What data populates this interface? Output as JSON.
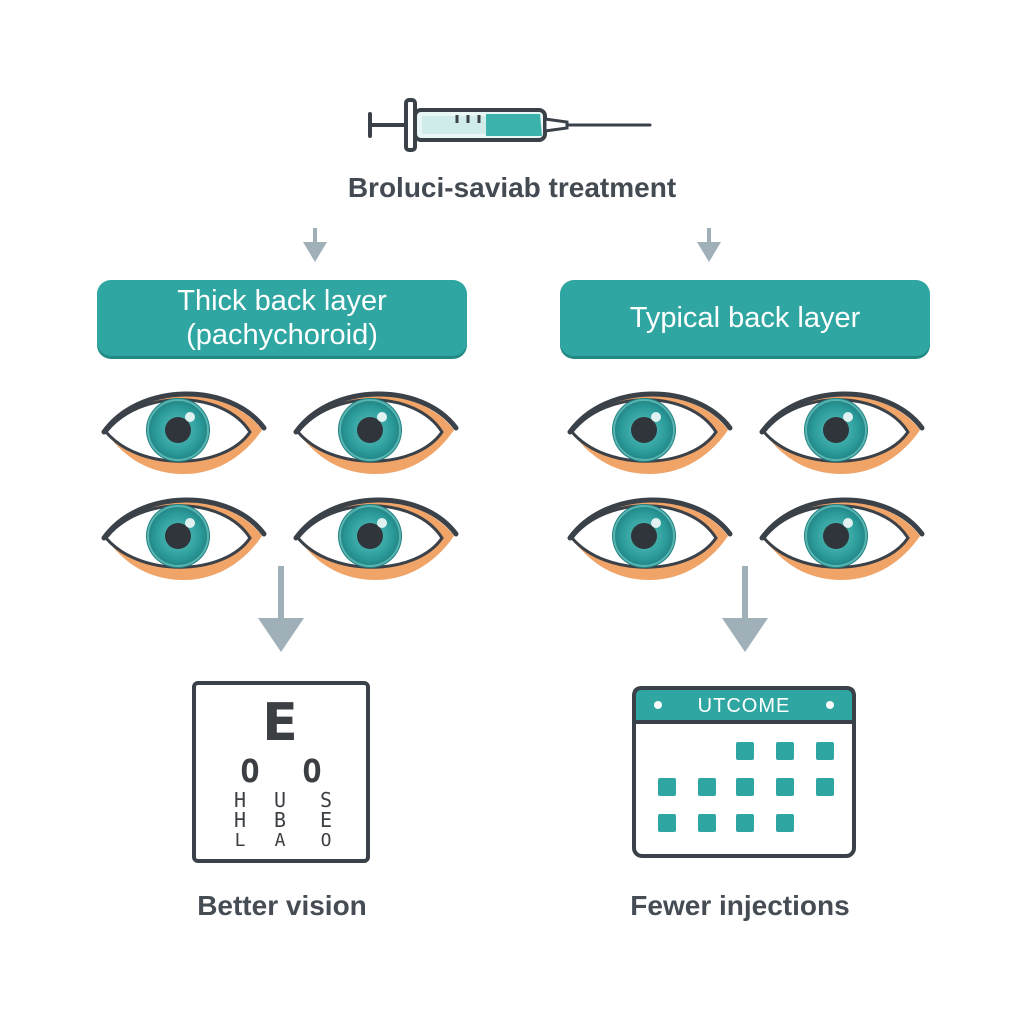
{
  "treatment": {
    "title": "Broluci-saviab treatment",
    "icon": "syringe-icon"
  },
  "branches": [
    {
      "label_line1": "Thick back layer",
      "label_line2": "(pachychoroid)",
      "eye_count": 4,
      "outcome_label": "Better vision",
      "outcome_icon": "eye-chart-icon"
    },
    {
      "label_line1": "Typical back layer",
      "eye_count": 4,
      "outcome_label": "Fewer injections",
      "outcome_icon": "calendar-icon"
    }
  ],
  "eye_chart": {
    "row1": "E",
    "row2": [
      "O",
      "O"
    ],
    "row3": [
      "H",
      "U",
      "S"
    ],
    "row3b": [
      "H",
      "B",
      "E"
    ],
    "row4": [
      "L",
      "A",
      "O"
    ]
  },
  "calendar": {
    "header": "UTCOME"
  },
  "colors": {
    "accent": "#2fa6a1",
    "iris": "#2b9c9a",
    "eyelid_shadow": "#e9a56a",
    "arrow": "#9fb0b8",
    "text": "#434a52"
  }
}
